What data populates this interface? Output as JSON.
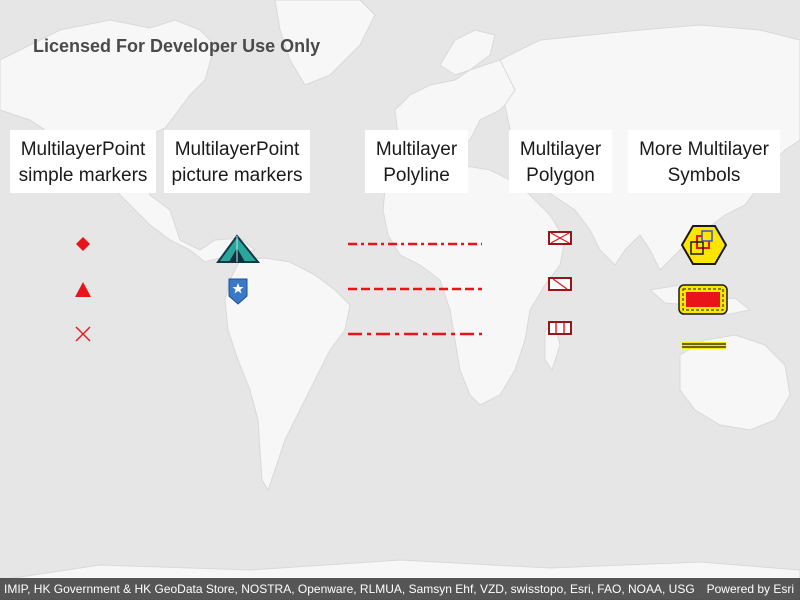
{
  "watermark": "Licensed For Developer Use Only",
  "labels": {
    "simple_markers": [
      "MultilayerPoint",
      "simple markers"
    ],
    "picture_markers": [
      "MultilayerPoint",
      "picture markers"
    ],
    "polyline": [
      "Multilayer",
      "Polyline"
    ],
    "polygon": [
      "Multilayer",
      "Polygon"
    ],
    "more_symbols": [
      "More Multilayer",
      "Symbols"
    ]
  },
  "attribution": {
    "credits": "IMIP, HK Government & HK GeoData Store, NOSTRA, Openware, RLMUA, Samsyn Ehf, VZD, swisstopo, Esri, FAO, NOAA, USGS, NR...",
    "powered_by": "Powered by Esri"
  },
  "colors": {
    "ocean": "#e6e6e6",
    "land": "#f7f7f7",
    "symbol_red": "#e8141a",
    "symbol_yellow": "#ffe600",
    "pin_blue": "#3a78c8",
    "tent_teal": "#2aa79b"
  },
  "symbols": {
    "simple_markers": [
      "diamond",
      "triangle",
      "x-cross"
    ],
    "picture_markers": [
      "tent-icon",
      "map-pin-icon"
    ],
    "polylines": [
      "dash-dot",
      "dash",
      "dash-dot-long"
    ],
    "polygons": [
      "cross-hatch-fill",
      "diagonal-fill",
      "vertical-fill"
    ],
    "complex": [
      "hexagon-squares-icon",
      "rounded-rect-icon",
      "striped-line-icon"
    ]
  }
}
